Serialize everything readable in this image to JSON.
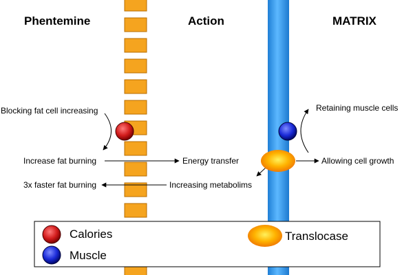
{
  "headers": {
    "left": "Phentemine",
    "middle": "Action",
    "right": "MATRIX"
  },
  "labels": {
    "blocking": "Blocking fat cell increasing",
    "increase_fat_burning": "Increase fat burning",
    "energy_transfer": "Energy transfer",
    "faster_fat_burning": "3x faster fat burning",
    "increasing_metabolims": "Increasing metabolims",
    "retaining_muscle": "Retaining muscle cells",
    "allowing_growth": "Allowing cell growth"
  },
  "legend": {
    "calories": "Calories",
    "muscle": "Muscle",
    "translocase": "Translocase"
  },
  "colors": {
    "membrane_segment": "#f5a41f",
    "membrane_blue": "#3a9ee8",
    "calories": "#cc1a1a",
    "muscle": "#1426c8",
    "translocase": "#ffa500"
  }
}
